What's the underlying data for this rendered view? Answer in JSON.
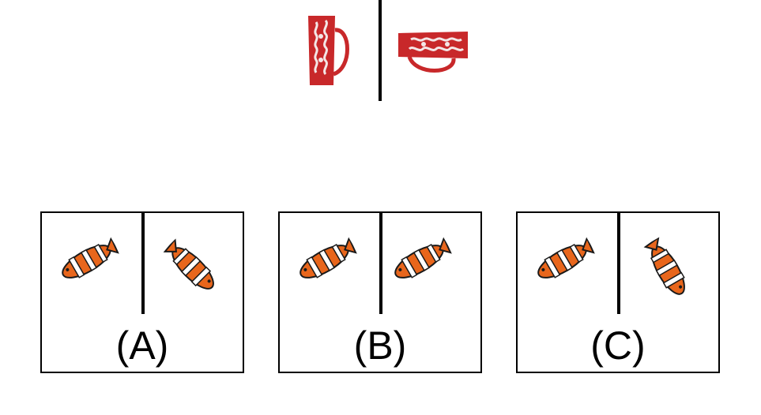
{
  "reference": {
    "left_object": "red-mug-upright",
    "right_object": "red-mug-rotated"
  },
  "options": [
    {
      "label": "(A)",
      "left_icon": "clownfish-icon",
      "right_icon": "clownfish-rotated-icon"
    },
    {
      "label": "(B)",
      "left_icon": "clownfish-icon",
      "right_icon": "clownfish-icon"
    },
    {
      "label": "(C)",
      "left_icon": "clownfish-icon",
      "right_icon": "clownfish-rotated-icon"
    }
  ],
  "colors": {
    "mug_red": "#c8282a",
    "mug_pattern": "#f4e6e6",
    "fish_orange": "#e8661c",
    "fish_stripe": "#ffffff",
    "fish_outline": "#1a1a1a"
  }
}
